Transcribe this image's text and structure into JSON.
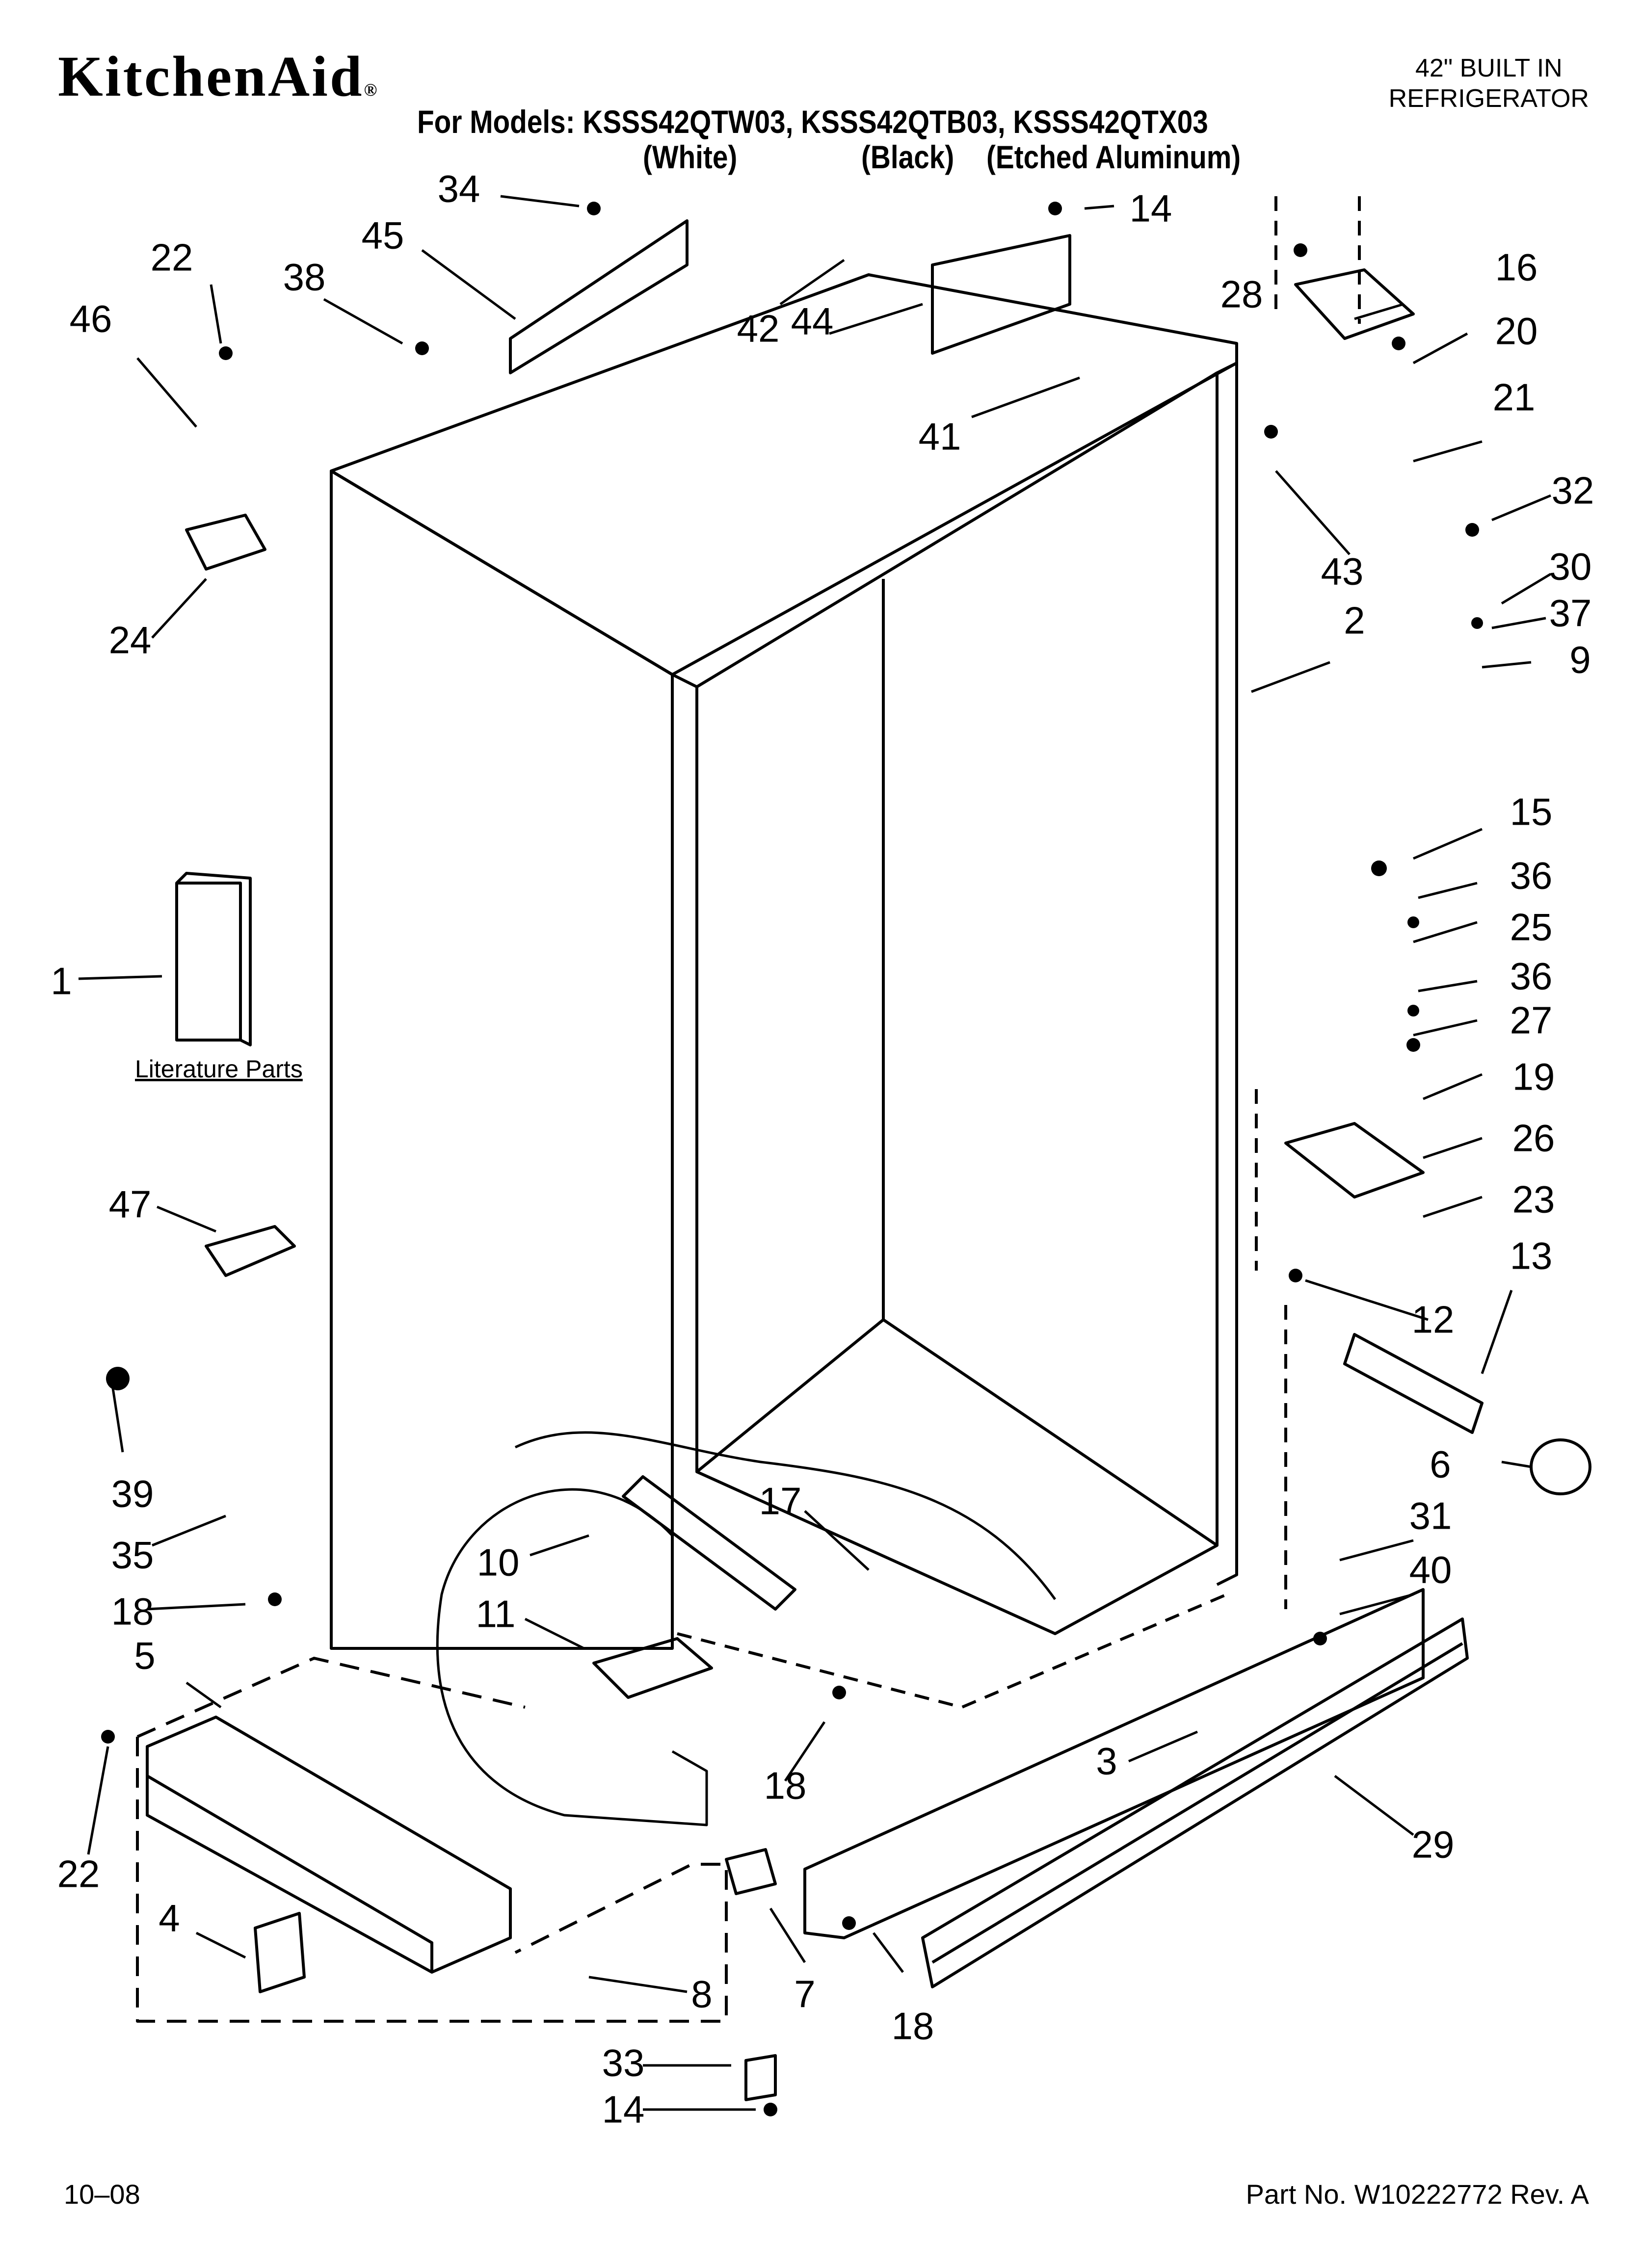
{
  "header": {
    "brand": "KitchenAid",
    "brand_mark": "®",
    "models_line": "For Models: KSSS42QTW03, KSSS42QTB03, KSSS42QTX03",
    "color_white": "(White)",
    "color_black": "(Black)",
    "color_aluminum": "(Etched Aluminum)",
    "product_line1": "42\" BUILT IN",
    "product_line2": "REFRIGERATOR"
  },
  "diagram": {
    "literature_label": "Literature Parts",
    "callouts": [
      "34",
      "14",
      "22",
      "45",
      "38",
      "42",
      "44",
      "28",
      "16",
      "20",
      "46",
      "41",
      "21",
      "43",
      "32",
      "30",
      "37",
      "9",
      "24",
      "2",
      "15",
      "36",
      "25",
      "36",
      "27",
      "19",
      "26",
      "23",
      "1",
      "47",
      "13",
      "12",
      "6",
      "39",
      "17",
      "31",
      "40",
      "35",
      "10",
      "18",
      "11",
      "3",
      "5",
      "18",
      "29",
      "22",
      "4",
      "8",
      "7",
      "18",
      "33",
      "14"
    ]
  },
  "footer": {
    "date_code": "10–08",
    "part_number": "Part No. W10222772 Rev. A"
  }
}
